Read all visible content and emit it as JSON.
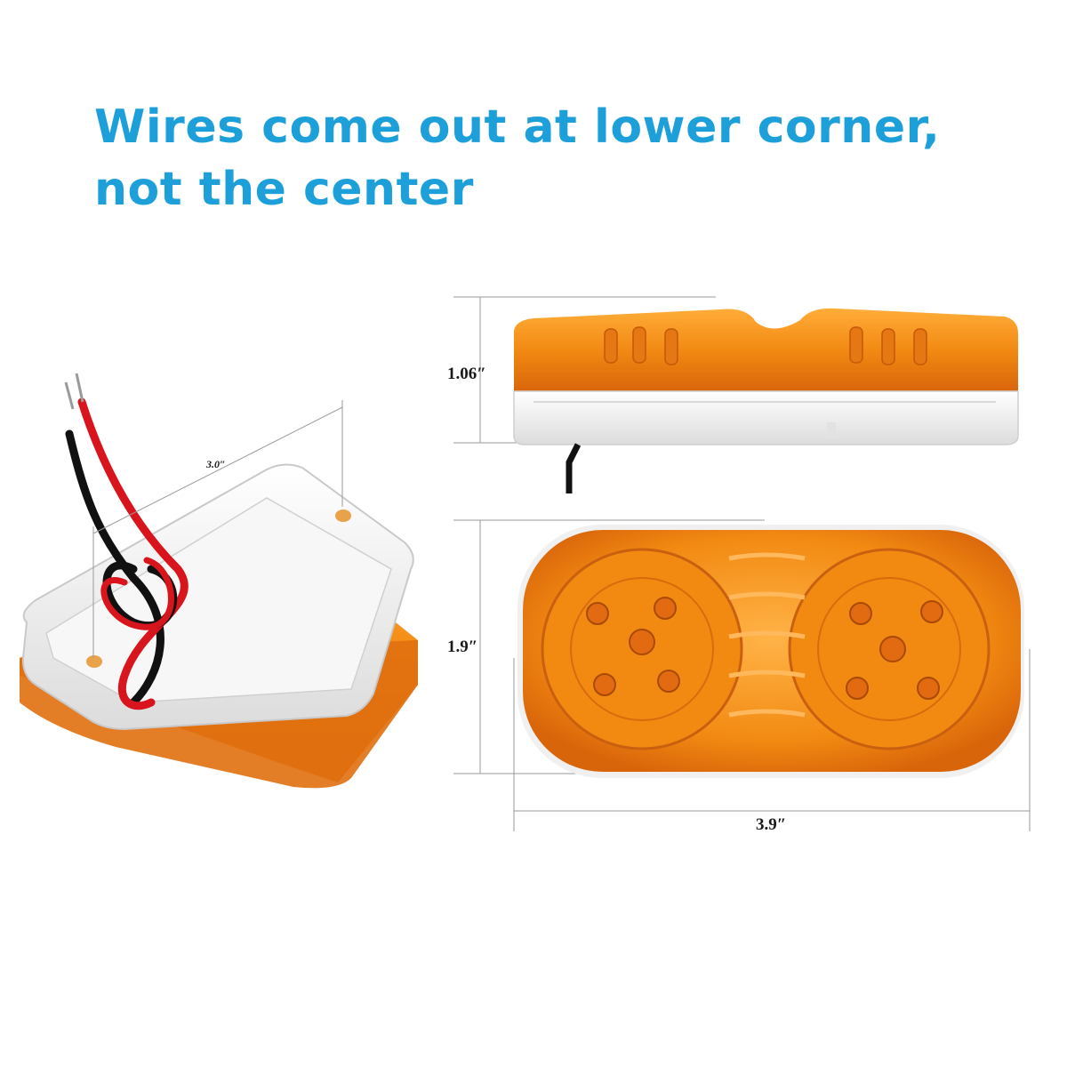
{
  "headline": {
    "line1": "Wires come out at lower corner,",
    "line2": "not the center"
  },
  "dimensions": {
    "back_width": "3.0″",
    "side_height": "1.06″",
    "front_height": "1.9″",
    "front_width": "3.9″"
  },
  "colors": {
    "headline": "#1d9fd9",
    "lens_amber": "#f28a12",
    "lens_dark": "#d9650a",
    "base_white": "#f1f1f1",
    "wire_red": "#d8141c",
    "wire_black": "#111111"
  }
}
